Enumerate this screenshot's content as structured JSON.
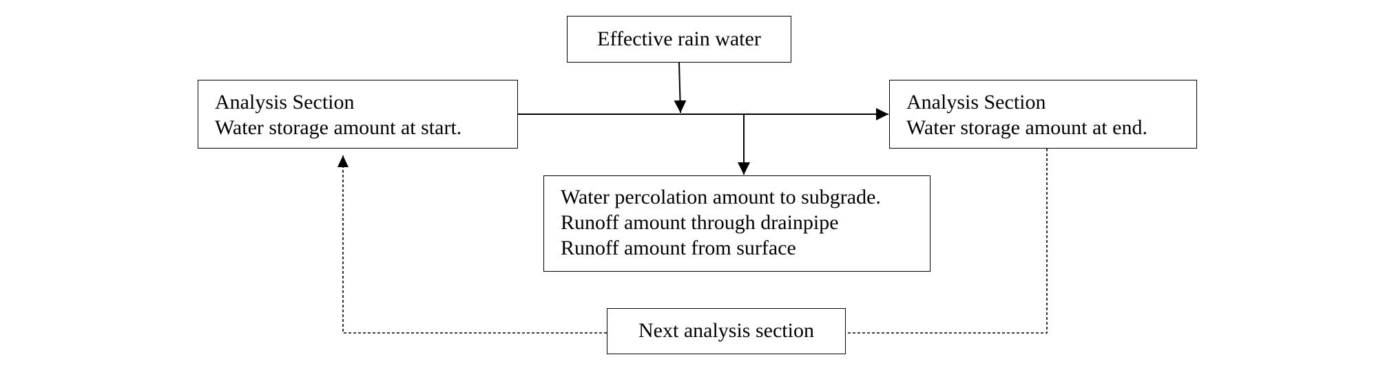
{
  "diagram": {
    "rain_box": {
      "label": "Effective rain water"
    },
    "start_box": {
      "line1": "Analysis Section",
      "line2": "Water storage amount at start."
    },
    "end_box": {
      "line1": "Analysis Section",
      "line2": "Water storage amount at end."
    },
    "outputs_box": {
      "line1": "Water percolation amount to subgrade.",
      "line2": "Runoff amount through drainpipe",
      "line3": "Runoff amount from surface"
    },
    "next_box": {
      "label": "Next analysis section"
    },
    "colors": {
      "line": "#000000",
      "background": "#ffffff"
    }
  }
}
